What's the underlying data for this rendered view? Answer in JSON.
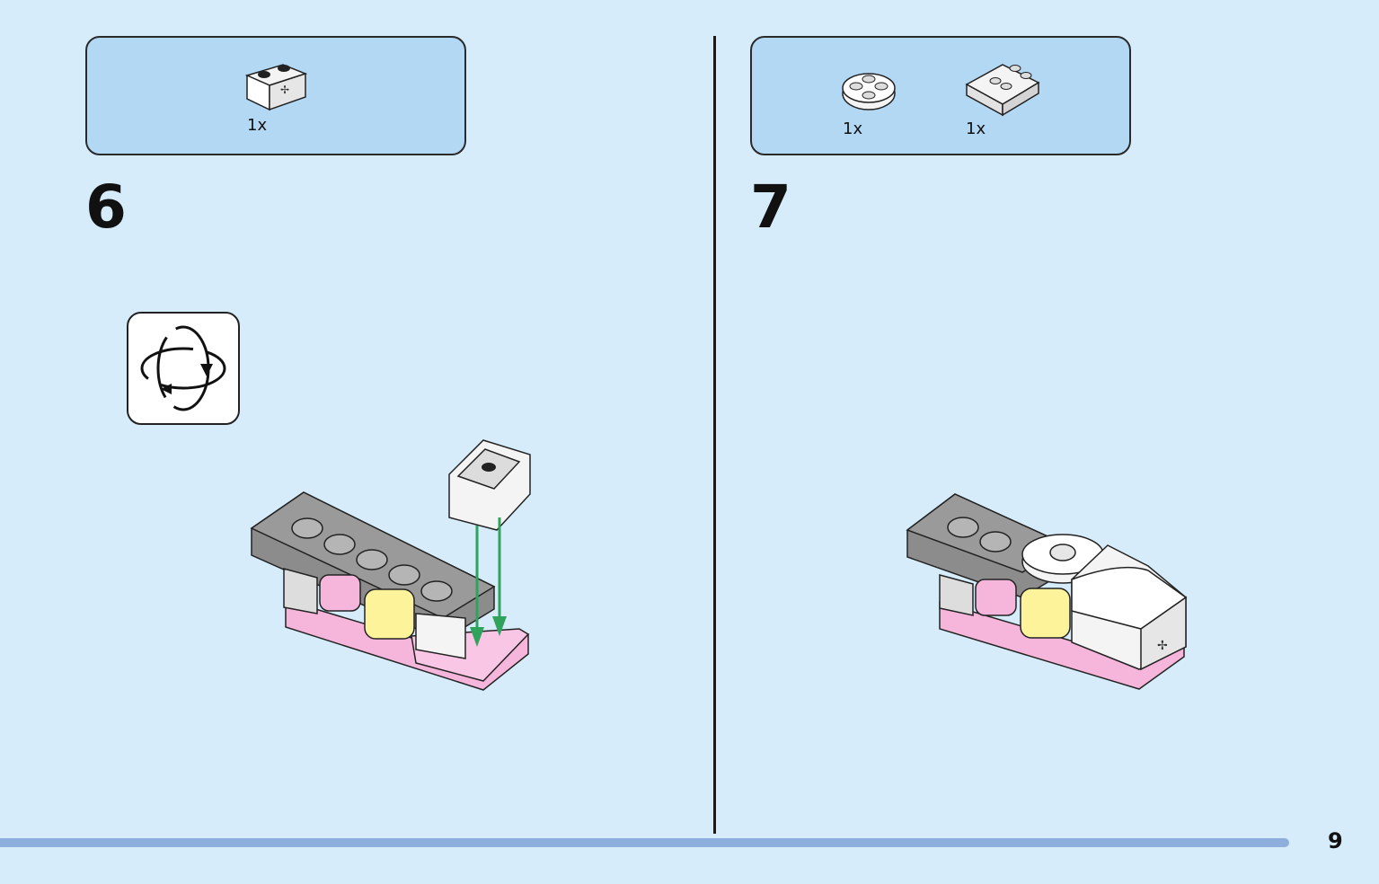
{
  "steps": [
    {
      "number": "6",
      "parts": [
        {
          "icon": "white-brick-1x2-with-side-clip",
          "qty": "1x"
        }
      ],
      "callout": "rotate-model-icon"
    },
    {
      "number": "7",
      "parts": [
        {
          "icon": "white-round-plate-2x2",
          "qty": "1x"
        },
        {
          "icon": "white-curved-slope-2x2",
          "qty": "1x"
        }
      ]
    }
  ],
  "page_number": "9",
  "colors": {
    "background": "#d6ecfb",
    "parts_box": "#b3d8f4",
    "footer_bar": "#8eaedc",
    "arrow": "#2fa35c",
    "pink": "#f6b6dc",
    "yellow": "#fdf39b",
    "grey": "#8c8c8c"
  }
}
